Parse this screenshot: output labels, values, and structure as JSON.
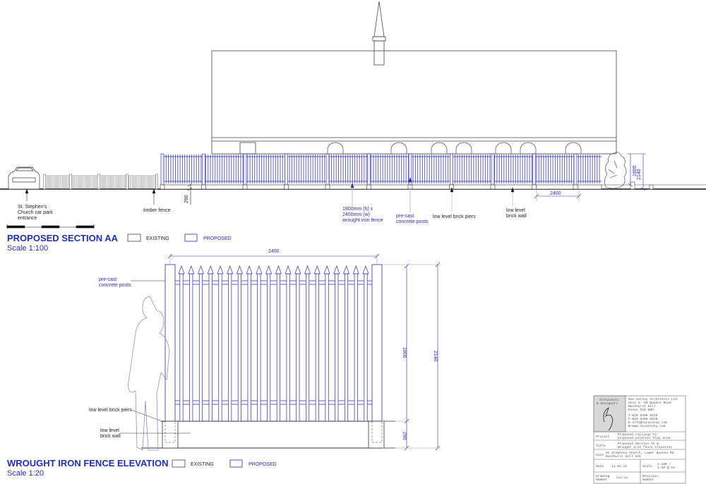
{
  "section": {
    "title": "PROPOSED SECTION AA",
    "scale": "Scale 1:100",
    "legend_existing": "EXISTING",
    "legend_proposed": "PROPOSED",
    "labels": {
      "car_park": [
        "St. Stephen's",
        "Church car park",
        "entrance"
      ],
      "timber_fence": "timber fence",
      "fence_spec": [
        "1800mm (h) x",
        "2400mm (w)",
        "wrought iron fence"
      ],
      "posts": [
        "pre-cast",
        "concrete posts"
      ],
      "piers": "low level brick piers",
      "wall": [
        "low level",
        "brick wall"
      ]
    },
    "dims": {
      "wall": "290",
      "bay": "2400",
      "height": "1800",
      "total": "2140"
    }
  },
  "elevation": {
    "title": "WROUGHT IRON FENCE ELEVATION",
    "scale": "Scale 1:20",
    "legend_existing": "EXISTING",
    "legend_proposed": "PROPOSED",
    "labels": {
      "posts": [
        "pre-cast",
        "concrete posts"
      ],
      "piers": "low level brick piers",
      "wall": [
        "low level",
        "brick wall"
      ]
    },
    "dims": {
      "width": "2400",
      "height": "1800",
      "total": "2140",
      "wall": "290"
    },
    "picket_count": 20
  },
  "title_block": {
    "firm_type": [
      "Architects",
      "& Designers"
    ],
    "firm": [
      "Nic Antony Architects Ltd",
      "Unit 2- 59 Queens Road",
      "Buckhurst Hill",
      "Essex IG9 5BU"
    ],
    "contact": [
      "T-020 8498 0220",
      "F-020 8498 0220",
      "E-info@nicantony.com",
      "W-www.nicantony.com"
    ],
    "project_label": "Project",
    "project": [
      "Proposed railings to",
      "proposed external Play area"
    ],
    "title_label": "Title",
    "title": [
      "Proposed Section AA &",
      "Wrought iron fence elevation"
    ],
    "site_label": "Site",
    "site": [
      "St Stephens Church, Lower Queens Rd",
      "Buckhurst Hill 1G9"
    ],
    "date_label": "Date",
    "date": "11.04.12",
    "scale_label": "Scale",
    "scale": [
      "1:100 /",
      "1:20 @ A3"
    ],
    "drawing_label": [
      "Drawing",
      "Number"
    ],
    "drawing": "xxx.xx",
    "revision_label": [
      "Revision",
      "Number"
    ]
  },
  "colors": {
    "proposed": "#2a2ab0",
    "existing": "#333333"
  }
}
